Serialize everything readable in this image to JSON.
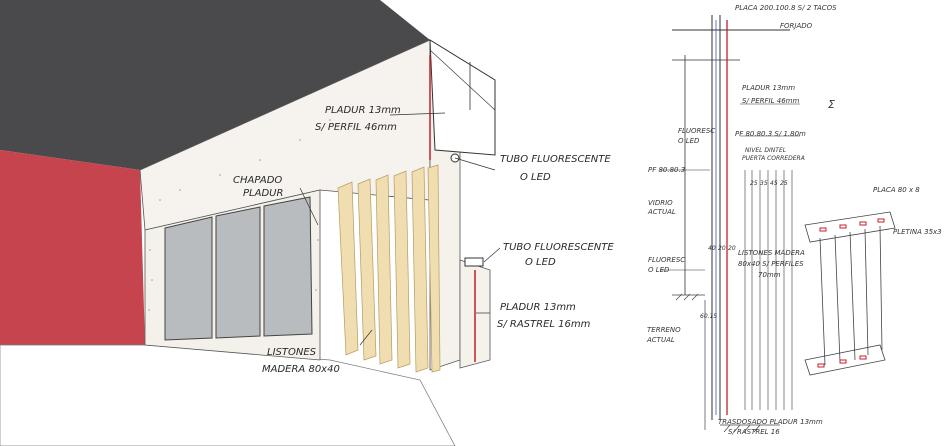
{
  "perspective": {
    "label_pladur_perfil": [
      "PLADUR 13mm",
      "S/ PERFIL 46mm"
    ],
    "label_chapado": [
      "CHAPADO",
      "PLADUR"
    ],
    "label_tubo_top": [
      "TUBO FLUORESCENTE",
      "O LED"
    ],
    "label_tubo_mid": [
      "TUBO FLUORESCENTE",
      "O LED"
    ],
    "label_pladur_rastrel": [
      "PLADUR 13mm",
      "S/ RASTREL 16mm"
    ],
    "label_listones": [
      "LISTONES",
      "MADERA 80x40"
    ]
  },
  "section": {
    "placa_top": "PLACA 200.100.8 S/ 2 TACOS",
    "forjado": "FORJADO",
    "pladur_perfil": [
      "PLADUR 13mm",
      "S/ PERFIL 46mm"
    ],
    "fluoresc_led": [
      "FLUORESC",
      "O LED"
    ],
    "pf_top": "PF 80.80.3 S/ 1.80m",
    "nivel_dintel": [
      "NIVEL DINTEL",
      "PUERTA CORREDERA"
    ],
    "pf_left": "PF 80.80.3",
    "vidrio": [
      "VIDRIO",
      "ACTUAL"
    ],
    "dims_top": [
      "25",
      "35",
      "45",
      "25"
    ],
    "dims_mid": [
      "40",
      "20",
      "20"
    ],
    "listones": [
      "LISTONES MADERA",
      "80x40 S/ PERFILES",
      "70mm"
    ],
    "fluoresc_led_low": [
      "FLUORESC",
      "O LED"
    ],
    "dim_base": "60.15",
    "terreno": [
      "TERRENO",
      "ACTUAL"
    ],
    "trasdosado": [
      "TRASDOSADO PLADUR 13mm",
      "S/ RASTREL 16"
    ],
    "placa_right": "PLACA 80 x 8",
    "pletina": "PLETINA 35x3",
    "sigma": "Σ"
  },
  "colors": {
    "ceiling": "#4a4a4c",
    "red_wall": "#c5444e",
    "wood": "#f0deb0",
    "glass": "#b9bcbf",
    "ink": "#2a2a2a",
    "accent_red": "#c0202a"
  }
}
